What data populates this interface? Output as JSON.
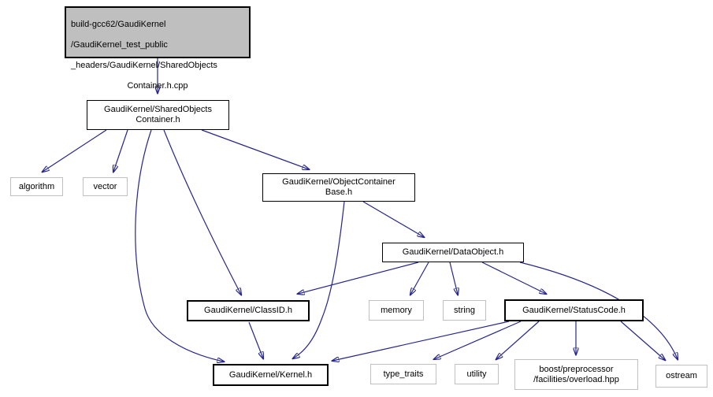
{
  "graph": {
    "kind": "include-dependency-graph",
    "edge_color": "#26268C",
    "highlight_fill": "#BFBFBF",
    "nodes": [
      {
        "id": "main-source",
        "kind": "source",
        "label": "build-gcc62/GaudiKernel\n/GaudiKernel_test_public\n_headers/GaudiKernel/SharedObjects\nContainer.h.cpp",
        "lines": [
          "build-gcc62/GaudiKernel",
          "/GaudiKernel_test_public",
          "_headers/GaudiKernel/SharedObjects",
          "Container.h.cpp"
        ]
      },
      {
        "id": "shared-objects-container",
        "kind": "project",
        "label": "GaudiKernel/SharedObjects\nContainer.h"
      },
      {
        "id": "algorithm",
        "kind": "system",
        "label": "algorithm"
      },
      {
        "id": "vector",
        "kind": "system",
        "label": "vector"
      },
      {
        "id": "object-container-base",
        "kind": "project",
        "label": "GaudiKernel/ObjectContainer\nBase.h"
      },
      {
        "id": "data-object",
        "kind": "project",
        "label": "GaudiKernel/DataObject.h"
      },
      {
        "id": "class-id",
        "kind": "project",
        "label": "GaudiKernel/ClassID.h"
      },
      {
        "id": "memory",
        "kind": "system",
        "label": "memory"
      },
      {
        "id": "string",
        "kind": "system",
        "label": "string"
      },
      {
        "id": "status-code",
        "kind": "project",
        "label": "GaudiKernel/StatusCode.h"
      },
      {
        "id": "kernel",
        "kind": "project",
        "label": "GaudiKernel/Kernel.h"
      },
      {
        "id": "type-traits",
        "kind": "system",
        "label": "type_traits"
      },
      {
        "id": "utility",
        "kind": "system",
        "label": "utility"
      },
      {
        "id": "boost-overload",
        "kind": "system",
        "label": "boost/preprocessor\n/facilities/overload.hpp"
      },
      {
        "id": "ostream",
        "kind": "system",
        "label": "ostream"
      }
    ],
    "edges": [
      {
        "from": "main-source",
        "to": "shared-objects-container"
      },
      {
        "from": "shared-objects-container",
        "to": "algorithm"
      },
      {
        "from": "shared-objects-container",
        "to": "vector"
      },
      {
        "from": "shared-objects-container",
        "to": "object-container-base"
      },
      {
        "from": "shared-objects-container",
        "to": "class-id"
      },
      {
        "from": "shared-objects-container",
        "to": "kernel"
      },
      {
        "from": "object-container-base",
        "to": "data-object"
      },
      {
        "from": "object-container-base",
        "to": "kernel"
      },
      {
        "from": "data-object",
        "to": "class-id"
      },
      {
        "from": "data-object",
        "to": "memory"
      },
      {
        "from": "data-object",
        "to": "string"
      },
      {
        "from": "data-object",
        "to": "status-code"
      },
      {
        "from": "data-object",
        "to": "ostream"
      },
      {
        "from": "class-id",
        "to": "kernel"
      },
      {
        "from": "status-code",
        "to": "kernel"
      },
      {
        "from": "status-code",
        "to": "type-traits"
      },
      {
        "from": "status-code",
        "to": "utility"
      },
      {
        "from": "status-code",
        "to": "boost-overload"
      },
      {
        "from": "status-code",
        "to": "ostream"
      }
    ]
  }
}
